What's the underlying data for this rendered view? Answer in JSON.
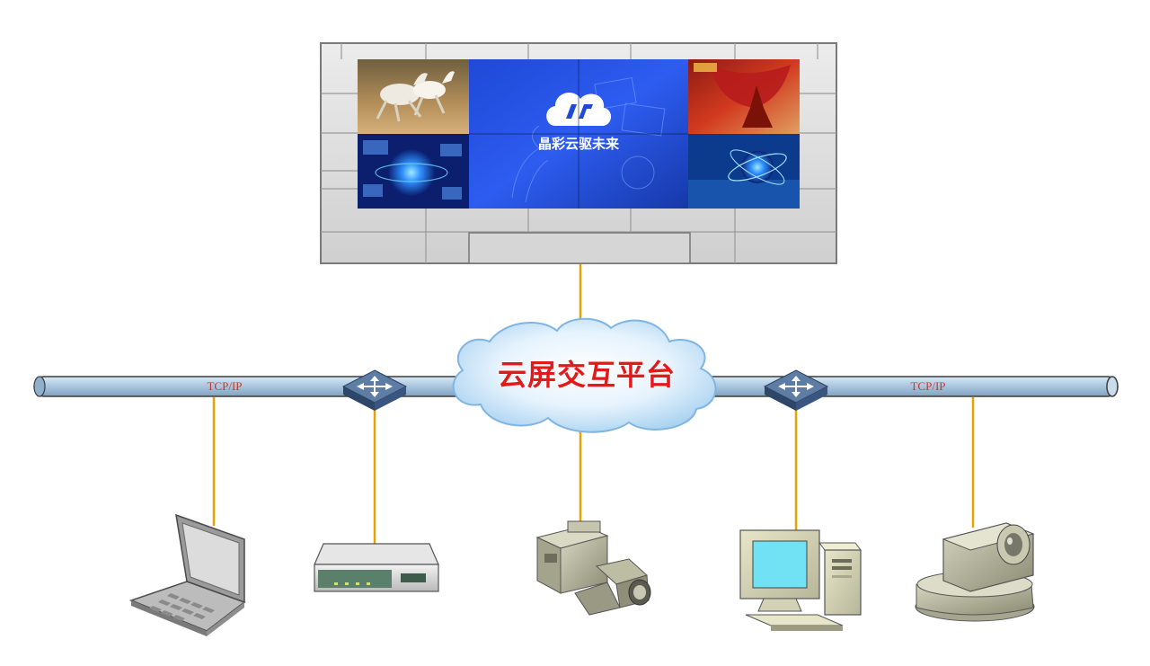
{
  "cloud": {
    "label": "云屏交互平台"
  },
  "network": {
    "protocol_left": "TCP/IP",
    "protocol_right": "TCP/IP"
  },
  "video_wall": {
    "screen_logo_text": "晶彩云驱未来",
    "panels": [
      "horses",
      "globe",
      "logo-center",
      "red-figure",
      "planet"
    ]
  },
  "devices": [
    {
      "name": "laptop",
      "icon": "laptop-icon"
    },
    {
      "name": "network-device",
      "icon": "network-box-icon"
    },
    {
      "name": "video-camera",
      "icon": "camcorder-icon"
    },
    {
      "name": "desktop-computer",
      "icon": "desktop-pc-icon"
    },
    {
      "name": "ptz-camera",
      "icon": "ptz-camera-icon"
    }
  ],
  "switches": [
    {
      "name": "switch-left",
      "icon": "switch-icon"
    },
    {
      "name": "switch-right",
      "icon": "switch-icon"
    }
  ],
  "colors": {
    "connector": "#e9a200",
    "bus": "#a8c4dc",
    "cloud": "#d9ecfb",
    "label": "#e11a1a"
  }
}
